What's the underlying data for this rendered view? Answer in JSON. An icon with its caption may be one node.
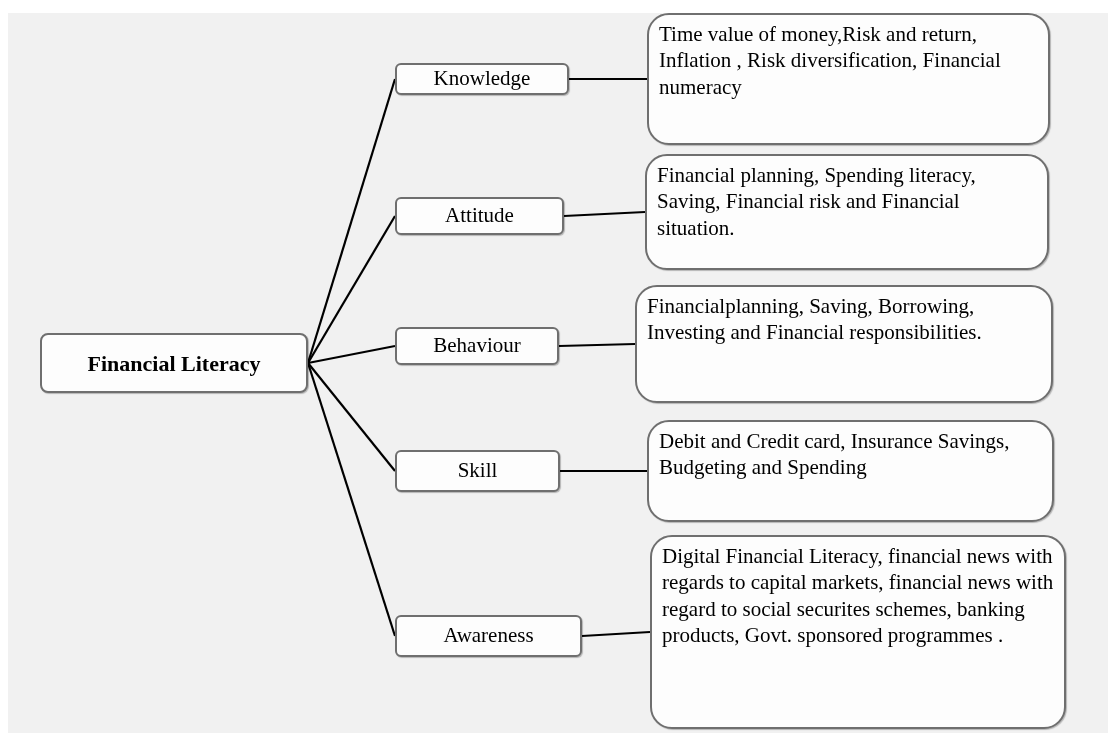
{
  "diagram": {
    "nodes": [
      {
        "text": [
          "Financial Literacy"
        ]
      },
      {
        "text": [
          "Knowledge"
        ]
      },
      {
        "text": [
          "Attitude"
        ]
      },
      {
        "text": [
          "Behaviour"
        ]
      },
      {
        "text": [
          "Skill"
        ]
      },
      {
        "text": [
          "Awareness"
        ]
      },
      {
        "text": [
          "Time value of money,Risk and return, Inflation , Risk diversification, Financial numeracy"
        ]
      },
      {
        "text": [
          "Financial planning, Spending literacy, Saving, Financial risk and Financial situation."
        ]
      },
      {
        "text": [
          "Financialplanning, Saving, Borrowing, Investing and Financial responsibilities."
        ]
      },
      {
        "text": [
          "Debit and Credit card, Insurance Savings, Budgeting and Spending"
        ]
      },
      {
        "text": [
          "Digital Financial Literacy, financial news with regards to capital markets, financial news with regard to social securites schemes, banking products, Govt. sponsored programmes ."
        ]
      }
    ],
    "edges": [
      {
        "from": 0,
        "to": 1,
        "arrow": "none"
      },
      {
        "from": 0,
        "to": 2,
        "arrow": "none"
      },
      {
        "from": 0,
        "to": 3,
        "arrow": "none"
      },
      {
        "from": 0,
        "to": 4,
        "arrow": "none"
      },
      {
        "from": 0,
        "to": 5,
        "arrow": "none"
      },
      {
        "from": 1,
        "to": 6,
        "arrow": "none"
      },
      {
        "from": 2,
        "to": 7,
        "arrow": "none"
      },
      {
        "from": 3,
        "to": 8,
        "arrow": "none"
      },
      {
        "from": 4,
        "to": 9,
        "arrow": "none"
      },
      {
        "from": 5,
        "to": 10,
        "arrow": "none"
      }
    ]
  }
}
